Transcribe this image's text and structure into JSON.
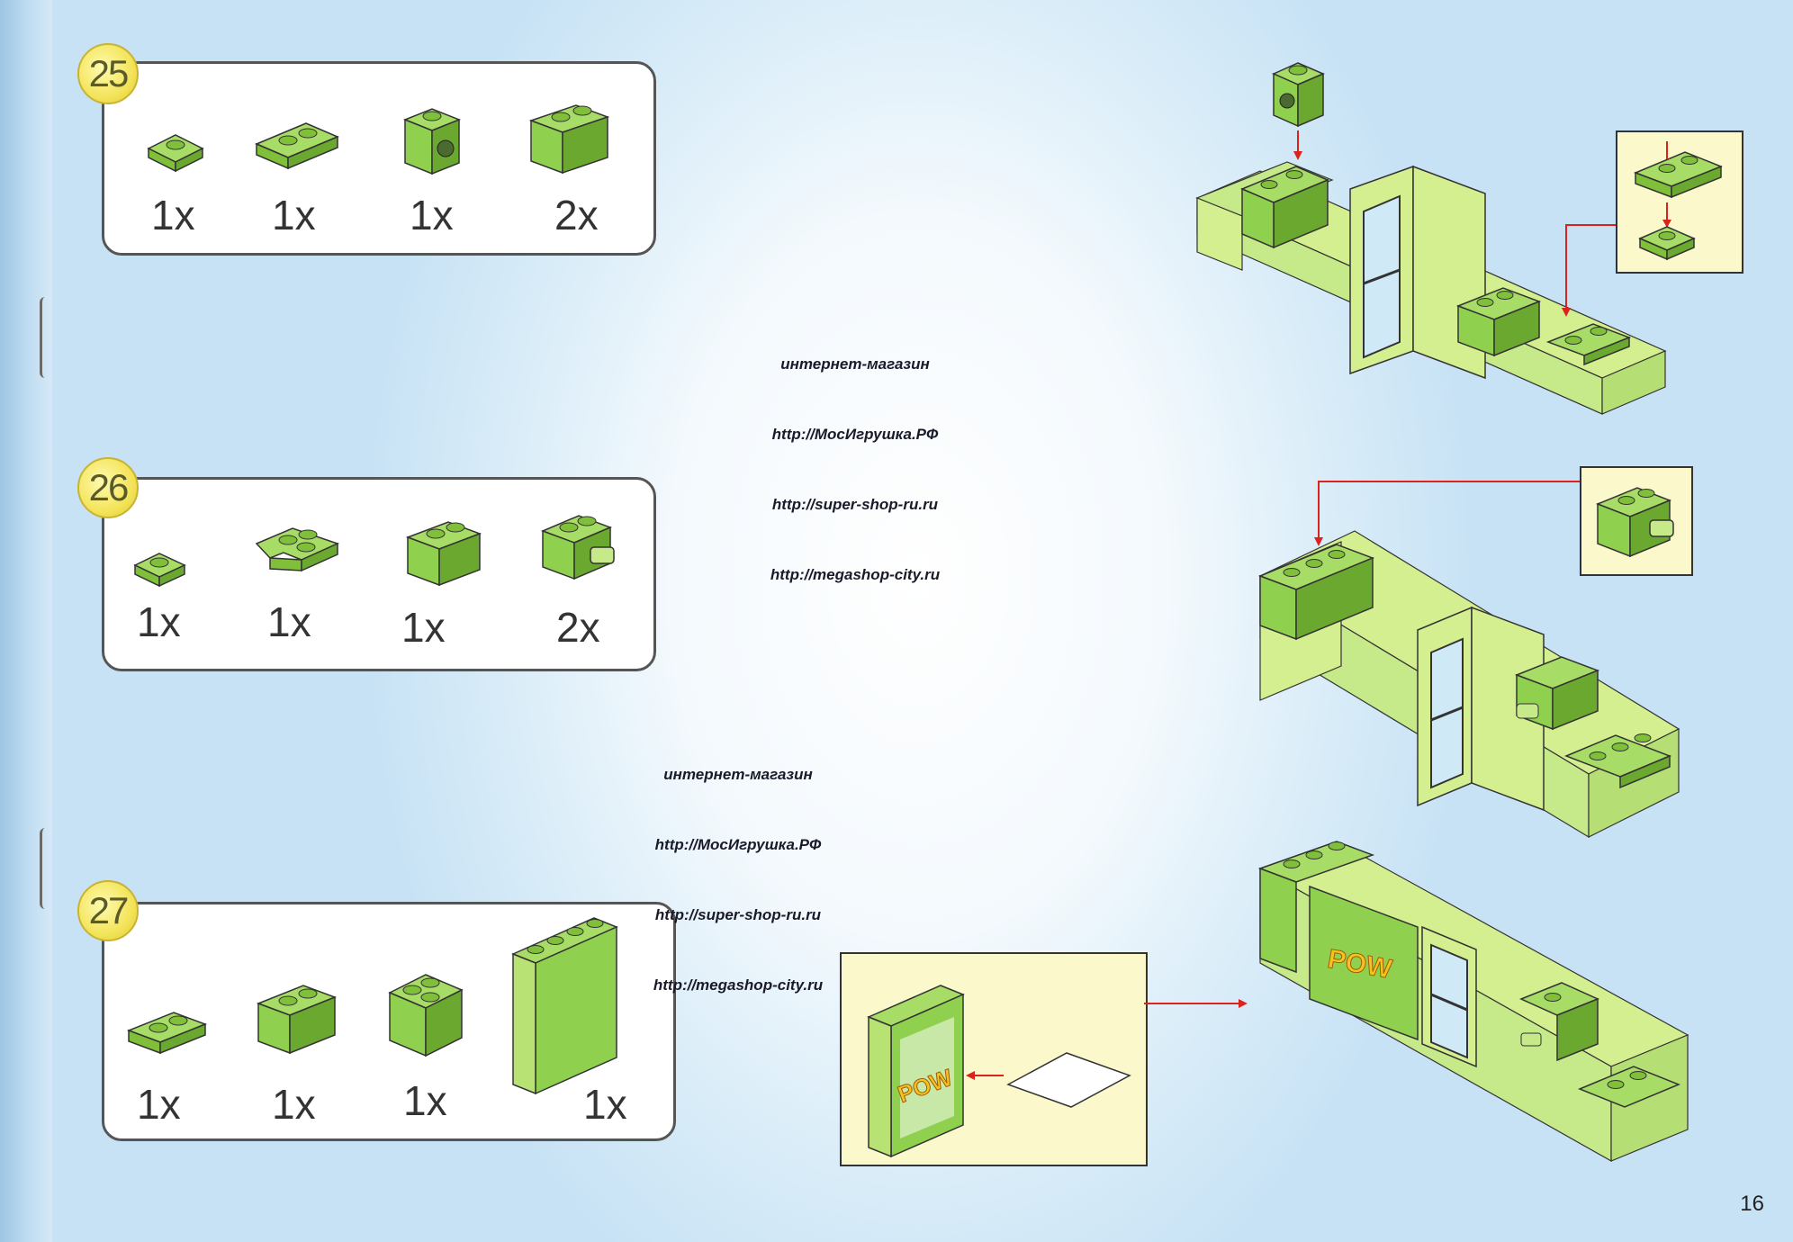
{
  "page_number": "16",
  "steps": [
    {
      "number": "25",
      "quantities": [
        "1x",
        "1x",
        "1x",
        "2x"
      ],
      "parts": [
        "plate-1x2-icon",
        "plate-2x2-icon",
        "technic-brick-1x1-icon",
        "brick-2x2-icon"
      ]
    },
    {
      "number": "26",
      "quantities": [
        "1x",
        "1x",
        "1x",
        "2x"
      ],
      "parts": [
        "plate-1x1-icon",
        "plate-corner-icon",
        "brick-2x2-icon",
        "brick-clip-icon"
      ]
    },
    {
      "number": "27",
      "quantities": [
        "1x",
        "1x",
        "1x",
        "1x"
      ],
      "parts": [
        "plate-1x2-icon",
        "brick-1x2-icon",
        "brick-corner-icon",
        "panel-1x4x3-icon"
      ]
    }
  ],
  "watermarks": [
    {
      "line1": "интернет-магазин",
      "line2": "http://МосИгрушка.РФ",
      "line3": "http://super-shop-ru.ru",
      "line4": "http://megashop-city.ru"
    },
    {
      "line1": "интернет-магазин",
      "line2": "http://МосИгрушка.РФ",
      "line3": "http://super-shop-ru.ru",
      "line4": "http://megashop-city.ru"
    }
  ],
  "sticker_text": "POW",
  "colors": {
    "brick_green": "#8fd14f",
    "brick_light": "#d4ef8f",
    "badge_yellow": "#f3e45a",
    "inset_bg": "#fbf8cc",
    "arrow_red": "#d9231c"
  }
}
